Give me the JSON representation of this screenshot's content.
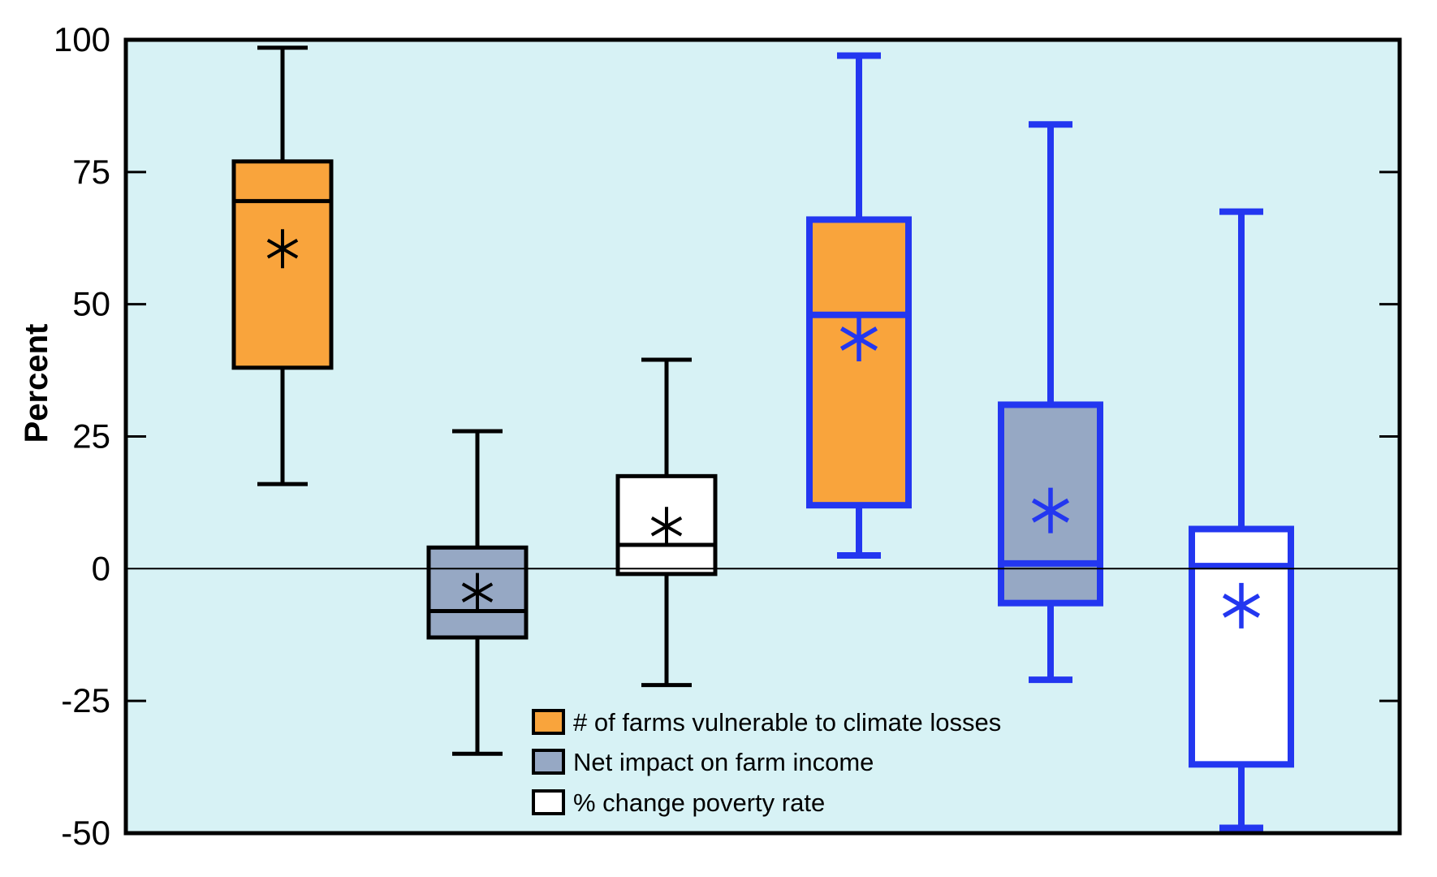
{
  "chart_data": {
    "type": "boxplot",
    "title": "",
    "ylabel": "Percent",
    "ylim": [
      -50,
      100
    ],
    "yticks": [
      100,
      75,
      50,
      25,
      0,
      -25,
      -50
    ],
    "grid": "zero-line-only",
    "legend_position": "bottom-center-inside",
    "series_legend": [
      {
        "label": "# of farms vulnerable to climate losses",
        "fill": "#F9A43C"
      },
      {
        "label": "Net impact on farm income",
        "fill": "#96A8C4"
      },
      {
        "label": "% change poverty rate",
        "fill": "#FFFFFF"
      }
    ],
    "boxes": [
      {
        "series": "# of farms vulnerable to climate losses",
        "group": 1,
        "outline": "black",
        "fill": "#F9A43C",
        "min": 16,
        "q1": 38,
        "median": 69.5,
        "mean": 60.5,
        "q3": 77,
        "max": 98.5
      },
      {
        "series": "Net impact on farm income",
        "group": 1,
        "outline": "black",
        "fill": "#96A8C4",
        "min": -35,
        "q1": -13,
        "median": -8,
        "mean": -4.5,
        "q3": 4,
        "max": 26
      },
      {
        "series": "% change poverty rate",
        "group": 1,
        "outline": "black",
        "fill": "#FFFFFF",
        "min": -22,
        "q1": -1,
        "median": 4.5,
        "mean": 8,
        "q3": 17.5,
        "max": 39.5
      },
      {
        "series": "# of farms vulnerable to climate losses",
        "group": 2,
        "outline": "blue",
        "fill": "#F9A43C",
        "min": 2.5,
        "q1": 12,
        "median": 48,
        "mean": 43.5,
        "q3": 66,
        "max": 97
      },
      {
        "series": "Net impact on farm income",
        "group": 2,
        "outline": "blue",
        "fill": "#96A8C4",
        "min": -21,
        "q1": -6.5,
        "median": 1,
        "mean": 11,
        "q3": 31,
        "max": 84
      },
      {
        "series": "% change poverty rate",
        "group": 2,
        "outline": "blue",
        "fill": "#FFFFFF",
        "min": -49,
        "q1": -37,
        "median": 0.5,
        "mean": -7,
        "q3": 7.5,
        "max": 67.5
      }
    ]
  },
  "colors": {
    "plot_background": "#D7F2F5",
    "axis": "#000000",
    "zero_line": "#000000",
    "group1_outline": "#000000",
    "group2_outline": "#2337F0",
    "legend_swatch_border": "#000000"
  }
}
